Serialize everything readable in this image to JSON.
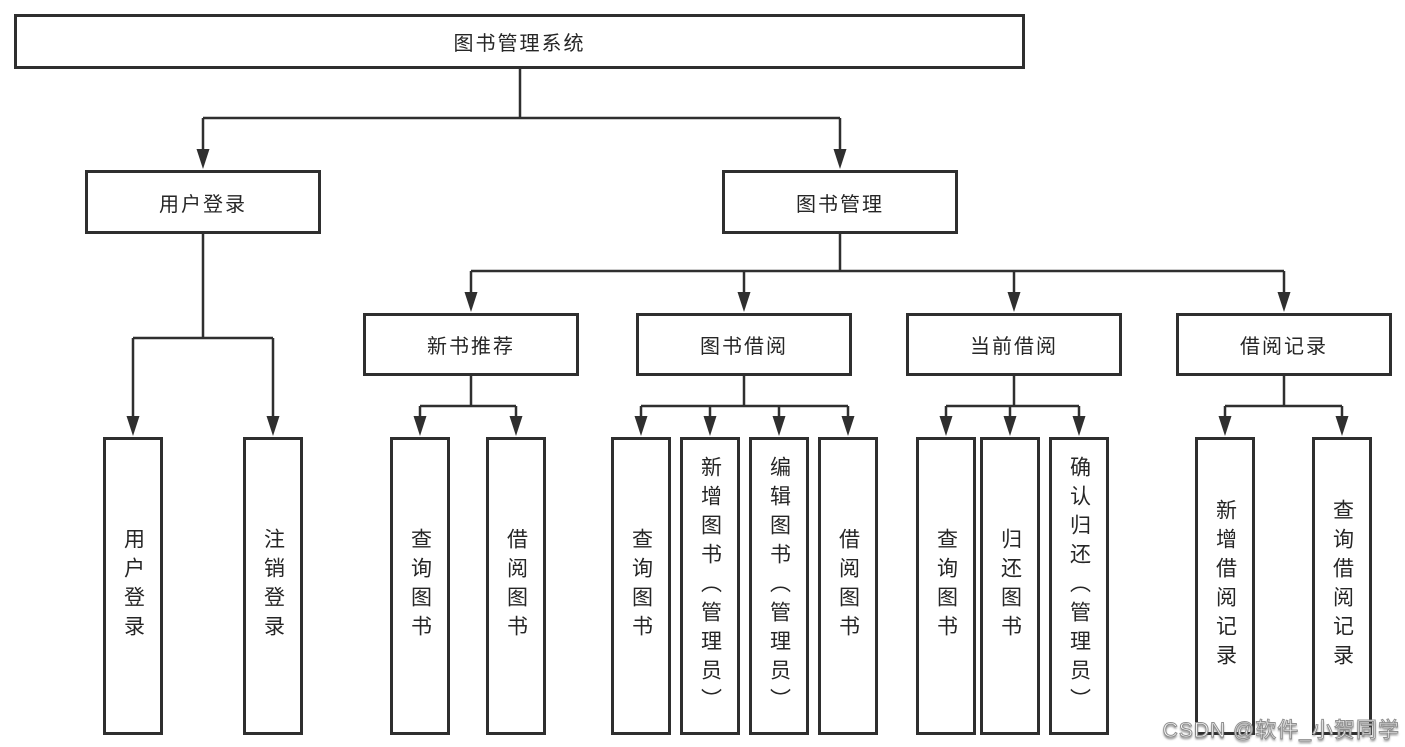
{
  "diagram": {
    "root": {
      "label": "图书管理系统"
    },
    "level2": [
      {
        "label": "用户登录"
      },
      {
        "label": "图书管理"
      }
    ],
    "level3": [
      {
        "label": "新书推荐"
      },
      {
        "label": "图书借阅"
      },
      {
        "label": "当前借阅"
      },
      {
        "label": "借阅记录"
      }
    ],
    "leaves": [
      {
        "label": "用户登录"
      },
      {
        "label": "注销登录"
      },
      {
        "label": "查询图书"
      },
      {
        "label": "借阅图书"
      },
      {
        "label": "查询图书"
      },
      {
        "label": "新增图书（管理员）"
      },
      {
        "label": "编辑图书（管理员）"
      },
      {
        "label": "借阅图书"
      },
      {
        "label": "查询图书"
      },
      {
        "label": "归还图书"
      },
      {
        "label": "确认归还（管理员）"
      },
      {
        "label": "新增借阅记录"
      },
      {
        "label": "查询借阅记录"
      }
    ]
  },
  "watermark": {
    "text": "CSDN @软件_小贺同学"
  },
  "colors": {
    "line": "#2f2f2f",
    "box_border": "#2f2f2f",
    "box_background": "#ffffff",
    "text": "#262626",
    "watermark_fill": "#ffffff",
    "watermark_outline": "#8f8f8f",
    "page_background": "#ffffff"
  }
}
